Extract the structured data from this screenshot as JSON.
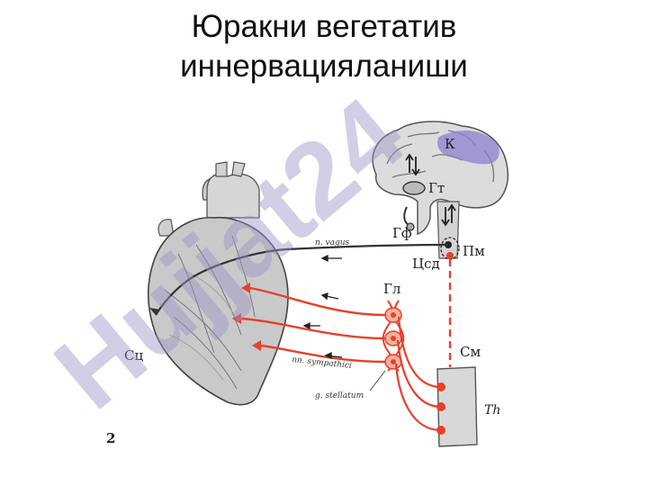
{
  "title": {
    "line1": "Юракни вегетатив",
    "line2": "иннервацияланиши"
  },
  "labels": {
    "cortex": "К",
    "hypothalamus": "Гт",
    "pituitary": "Гф",
    "medulla": "Пм",
    "cardio_center": "Цсд",
    "ganglion": "Гл",
    "spinal_cord": "См",
    "heart": "Сц",
    "thoracic": "Th",
    "vagus": "n. vagus",
    "sympathetic": "nn. sympathici",
    "stellate": "g. stellatum",
    "page_number": "2"
  },
  "watermark": {
    "text": "Hujjat24",
    "color": "#9a94c8"
  },
  "colors": {
    "sympathetic": "#e8402a",
    "vagus": "#333333",
    "heart": "#8a8a8a"
  }
}
